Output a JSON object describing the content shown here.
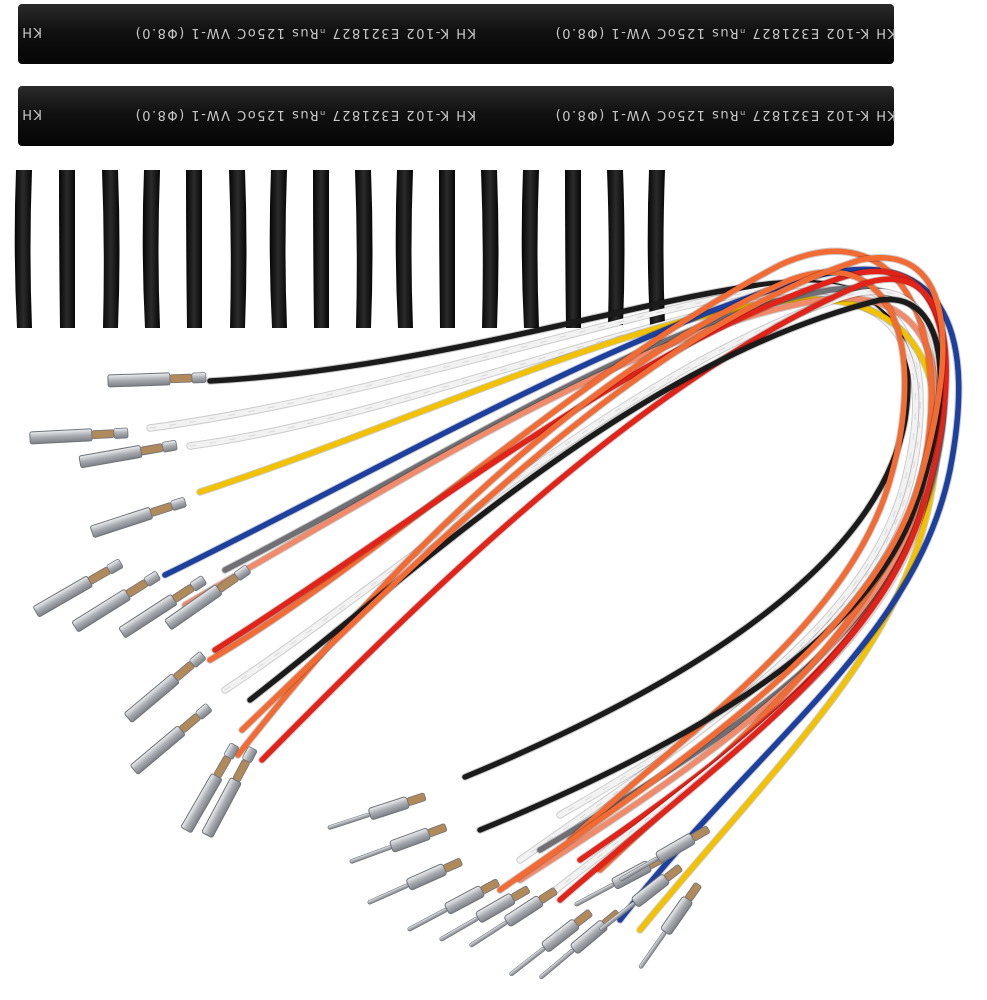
{
  "tube_print": {
    "top_left": "KH  K-102  E321827  ₙRus  125oC  VW-1  (Φ8.0)",
    "top_right": "KH  K-102  E321827  ₙRus  125oC  VW-1  (Φ8.0)",
    "bottom_left": "KH  K-102  E321827  ₙRus  125oC  VW-1  (Φ8.0)",
    "bottom_right": "KH  K-102  E321827  ₙRus  125oC  VW-1  (Φ8.0)",
    "edge_mark": "KH"
  },
  "colors": {
    "tube": "#161616",
    "wire_black": "#1b1b1b",
    "wire_white": "#f2f2f2",
    "wire_yellow": "#f2c200",
    "wire_blue": "#1d3f9e",
    "wire_gray": "#6f6f74",
    "wire_orange": "#f36b34",
    "wire_red": "#e2231a",
    "wire_salmon": "#f08a6a",
    "terminal_metal": "#c7c9cc"
  }
}
